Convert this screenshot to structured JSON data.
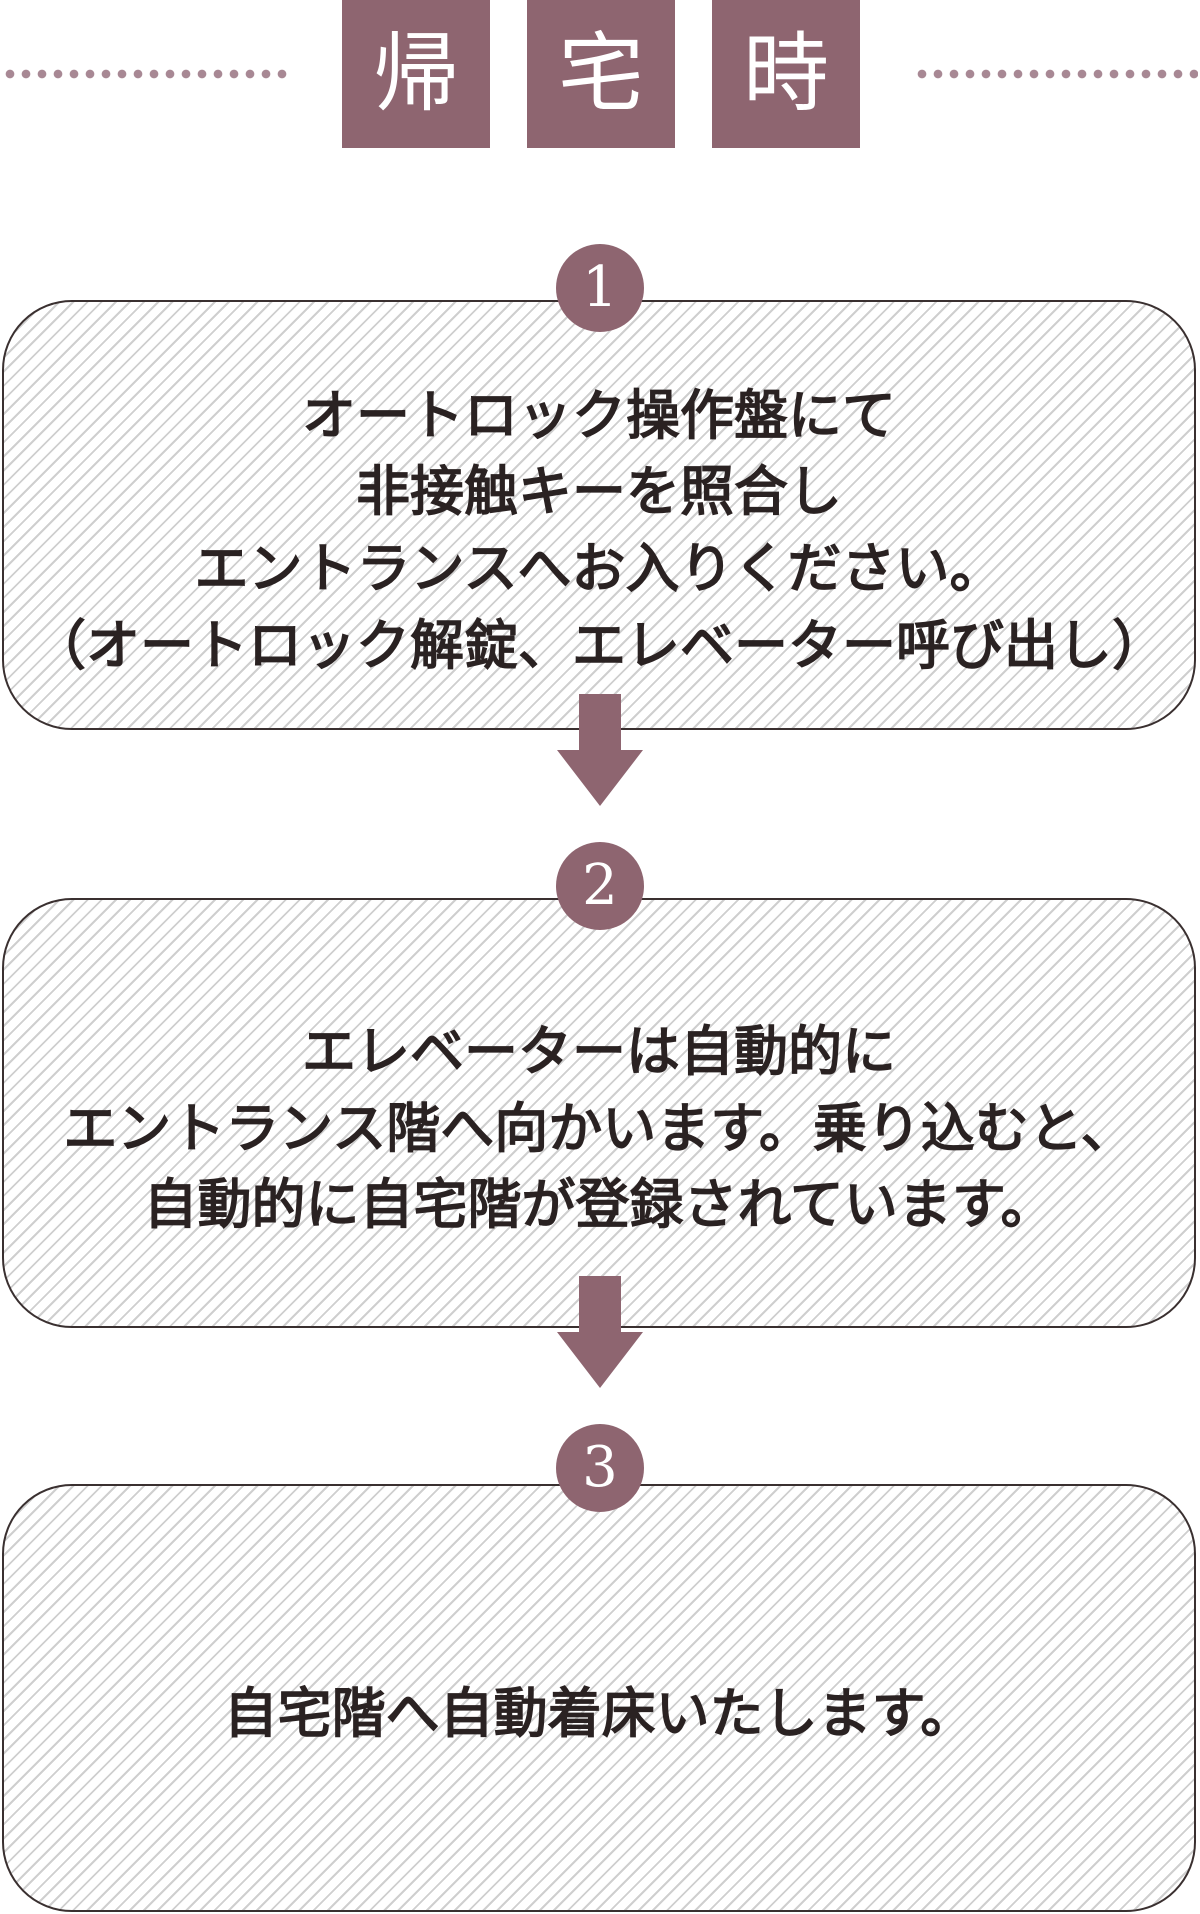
{
  "header": {
    "title_chars": [
      "帰",
      "宅",
      "時"
    ]
  },
  "steps": [
    {
      "number": "1",
      "lines": [
        "オートロック操作盤にて",
        "非接触キーを照合し",
        "エントランスへお入りください。",
        "（オートロック解錠、エレベーター呼び出し）"
      ]
    },
    {
      "number": "2",
      "lines": [
        "エレベーターは自動的に",
        "エントランス階へ向かいます。乗り込むと、",
        "自動的に自宅階が登録されています。"
      ]
    },
    {
      "number": "3",
      "lines": [
        "自宅階へ自動着床いたします。"
      ]
    }
  ],
  "colors": {
    "accent": "#8e6570",
    "dots": "#a88894",
    "border": "#3a3030",
    "hatch": "#cfcfcf",
    "text": "#2a2222"
  },
  "icons": {
    "flow_arrow": "arrow-down-icon"
  }
}
